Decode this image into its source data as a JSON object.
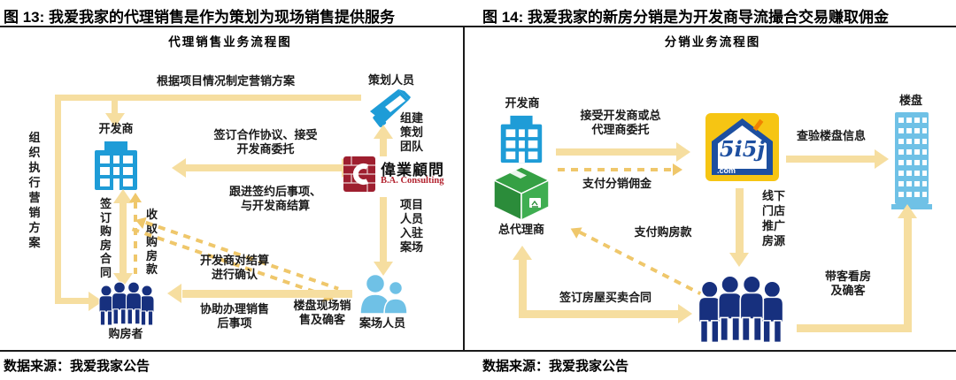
{
  "fig13": {
    "header": "图 13: 我爱我家的代理销售是作为策划为现场销售提供服务",
    "title": "代理销售业务流程图",
    "source": "数据来源：我爱我家公告",
    "nodes": {
      "developer": "开发商",
      "planner": "策划人员",
      "consultant_cn": "偉業顧問",
      "consultant_en": "B.A. Consulting",
      "site_staff": "案场人员",
      "buyer": "购房者"
    },
    "flows": {
      "make_plan": "根据项目情况制定营销方案",
      "organize_vertical": "组\n织\n执\n行\n营\n销\n方\n案",
      "sign_coop": "签订合作协议、接受\n开发商委托",
      "build_team": "组建\n策划\n团队",
      "follow_up": "跟进签约后事项、\n与开发商结算",
      "confirm_settle": "开发商对结算\n进行确认",
      "staff_enter": "项目\n人员\n入驻\n案场",
      "sign_purchase": "签\n订\n购\n房\n合\n同",
      "collect_payment": "收\n取\n购\n房\n款",
      "assist_after_sale": "协助办理销售\n后事项",
      "onsite_sale": "楼盘现场销\n售及确客"
    }
  },
  "fig14": {
    "header": "图 14: 我爱我家的新房分销是为开发商导流撮合交易赚取佣金",
    "title": "分销业务流程图",
    "source": "数据来源：我爱我家公告",
    "nodes": {
      "developer": "开发商",
      "general_agent": "总代理商",
      "brand": "5i5j",
      "brand_domain": ".com",
      "property": "楼盘"
    },
    "flows": {
      "accept_entrust": "接受开发商或总\n代理商委托",
      "pay_commission": "支付分销佣金",
      "check_info": "查验楼盘信息",
      "offline_promo": "线下\n门店\n推广\n房源",
      "pay_house": "支付购房款",
      "sign_sale": "签订房屋买卖合同",
      "bring_clients": "带客看房\n及确客"
    }
  },
  "colors": {
    "arrow": "#F6DEA0",
    "arrowd": "#EFC76B",
    "blue": "#1E9CD7",
    "navy": "#17307E",
    "lightblue": "#6FC1E6",
    "green": "#33A047",
    "yellow": "#F6C513",
    "logoblue": "#1D4FA0",
    "darkred": "#9E1F2F"
  }
}
